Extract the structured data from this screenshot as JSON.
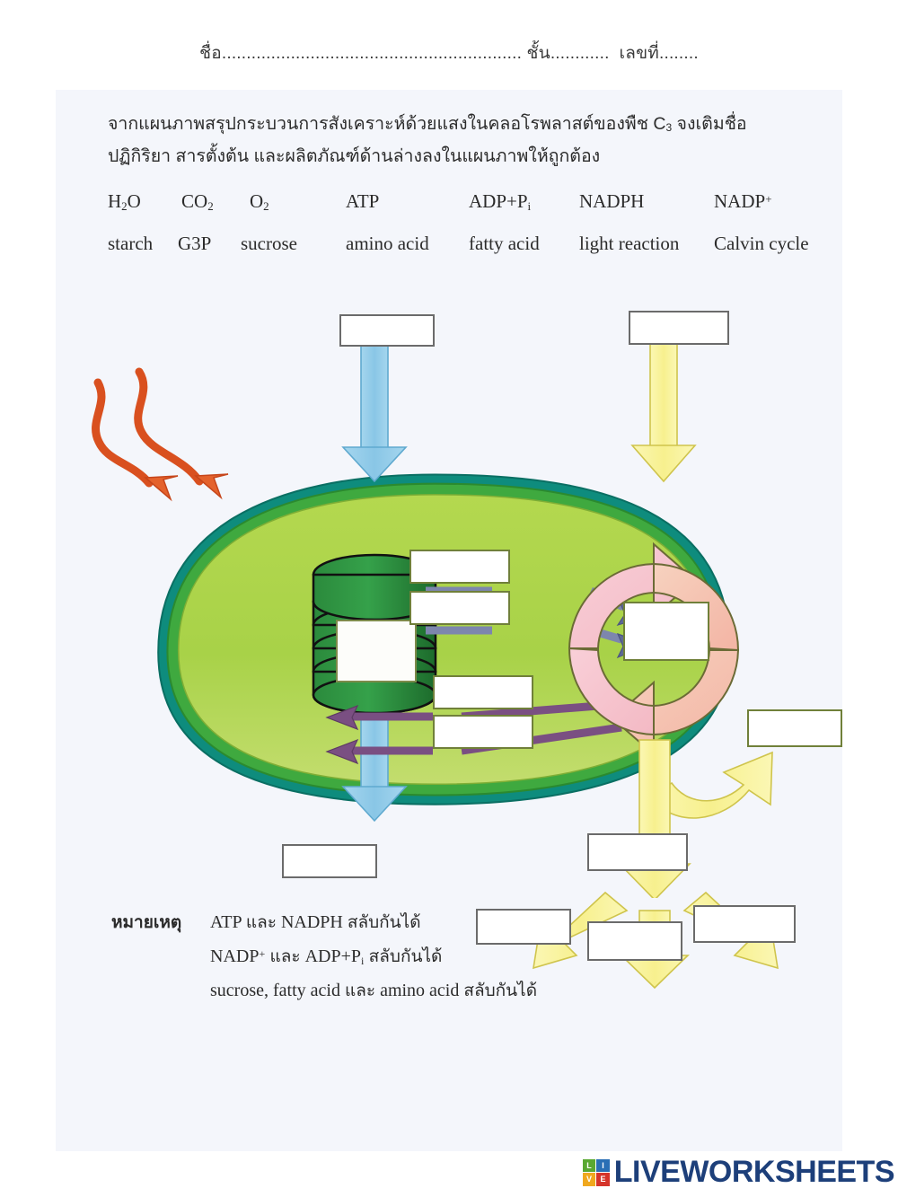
{
  "header": {
    "name_line": "ชื่อ............................................................. ชั้น............  เลขที่........"
  },
  "instructions": {
    "line1_pre": "จากแผนภาพสรุปกระบวนการสังเคราะห์ด้วยแสงในคลอโรพลาสต์ของพืช C",
    "line1_sub": "3",
    "line1_post": " จงเติมชื่อ",
    "line2": "ปฏิกิริยา สารตั้งต้น และผลิตภัณฑ์ด้านล่างลงในแผนภาพให้ถูกต้อง"
  },
  "word_bank": {
    "row1": [
      {
        "text": "H",
        "sub": "2",
        "post": "O"
      },
      {
        "text": "CO",
        "sub": "2",
        "post": ""
      },
      {
        "text": "O",
        "sub": "2",
        "post": ""
      },
      {
        "text": "ATP",
        "sub": "",
        "post": ""
      },
      {
        "text": "ADP+P",
        "sub": "i",
        "post": ""
      },
      {
        "text": "NADPH",
        "sub": "",
        "post": ""
      },
      {
        "text": "NADP",
        "sup": "+",
        "post": ""
      }
    ],
    "row2": [
      {
        "text": "starch"
      },
      {
        "text": "G3P"
      },
      {
        "text": "sucrose"
      },
      {
        "text": "amino acid"
      },
      {
        "text": "fatty acid"
      },
      {
        "text": "light reaction"
      },
      {
        "text": "Calvin cycle"
      }
    ]
  },
  "diagram": {
    "title": "chloroplast-photosynthesis-diagram",
    "blanks": {
      "top_left": "",
      "top_right": "",
      "granum_center": "",
      "calvin_center": "",
      "grana_to_calvin_1": "",
      "grana_to_calvin_2": "",
      "calvin_to_grana_1": "",
      "calvin_to_grana_2": "",
      "cycle_side_output": "",
      "bottom_left_output": "",
      "bottom_center_output": "",
      "bottom_branch_left": "",
      "bottom_branch_center": "",
      "bottom_branch_right": ""
    },
    "colors": {
      "membrane_outer": "#0e8c7d",
      "membrane_inner": "#3fa93f",
      "stroma": "#a6cf48",
      "granum": "#2e8b3d",
      "light_arrow": "#e0582a",
      "water_arrow": "#8cc7e8",
      "product_arrow": "#f7f09a",
      "cycle_arrow": "#f5bec7",
      "to_cycle_arrow": "#7d86ad",
      "from_cycle_arrow": "#7a4f82"
    }
  },
  "notes": {
    "head": "หมายเหตุ",
    "lines": [
      {
        "pre": "ATP ",
        "th1": "และ",
        "mid": " NADPH ",
        "th2": "สลับกันได้"
      },
      {
        "pre": "NADP",
        "sup": "+",
        "th1": " และ",
        "mid": " ADP+P",
        "sub": "i",
        "th2": " สลับกันได้"
      },
      {
        "pre": "sucrose, fatty acid ",
        "th1": "และ",
        "mid": " amino acid ",
        "th2": "สลับกันได้"
      }
    ]
  },
  "footer": {
    "logo_letters": [
      "L",
      "I",
      "V",
      "E"
    ],
    "logo_text": "LIVEWORKSHEETS"
  }
}
